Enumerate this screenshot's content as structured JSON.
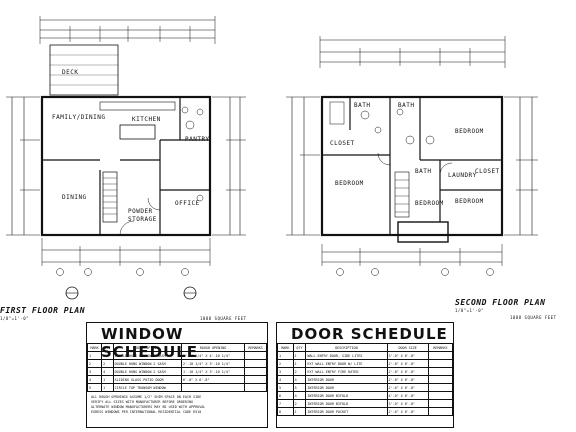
{
  "plans": {
    "first_floor": {
      "title": "FIRST FLOOR PLAN",
      "scale": "1/8\"=1'-0\"",
      "area": "1088 SQUARE FEET",
      "rooms": [
        "DECK",
        "FAMILY/DINING",
        "KITCHEN",
        "PANTRY",
        "DINING",
        "OFFICE",
        "POWDER",
        "STORAGE"
      ]
    },
    "second_floor": {
      "title": "SECOND FLOOR PLAN",
      "scale": "1/8\"=1'-0\"",
      "area": "1088 SQUARE FEET",
      "rooms": [
        "BEDROOM",
        "BEDROOM",
        "BEDROOM",
        "BEDROOM",
        "BATH",
        "BATH",
        "CLOSET",
        "LAUNDRY",
        "BATH",
        "CLOSET"
      ]
    }
  },
  "window_schedule": {
    "title": "WINDOW SCHEDULE",
    "columns": [
      "MARK",
      "QTY",
      "DESCRIPTION",
      "ROUGH OPENING",
      "REMARKS"
    ],
    "rows": [
      [
        "1",
        "16",
        "DOUBLE HUNG WINDOW 3 SASH",
        "2'-10 1/4\" X 4'-10 1/4\"",
        ""
      ],
      [
        "2",
        "2",
        "DOUBLE HUNG WINDOW 2 SASH",
        "2'-10 1/4\" X 3'-10 1/4\"",
        ""
      ],
      [
        "3",
        "4",
        "DOUBLE HUNG WINDOW 2 SASH",
        "1'-10 1/4\" X 3'-10 1/4\"",
        ""
      ],
      [
        "4",
        "1",
        "SLIDING GLASS PATIO DOOR",
        "6'-0\" X 6'-8\"",
        ""
      ],
      [
        "5",
        "1",
        "CIRCLE TOP TRANSOM WINDOW",
        "",
        ""
      ]
    ],
    "notes": [
      "ALL ROUGH OPENINGS ASSUME 1/2\" SHIM SPACE ON EACH SIDE",
      "VERIFY ALL SIZES WITH MANUFACTURER BEFORE ORDERING",
      "ALTERNATE WINDOW MANUFACTURERS MAY BE USED WITH APPROVAL",
      "EGRESS WINDOWS PER INTERNATIONAL RESIDENTIAL CODE R310"
    ]
  },
  "door_schedule": {
    "title": "DOOR SCHEDULE",
    "columns": [
      "MARK",
      "QTY",
      "DESCRIPTION",
      "DOOR SIZE",
      "REMARKS"
    ],
    "rows": [
      [
        "1",
        "1",
        "WALL ENTRY DOOR, SIDE LITES",
        "3'-0\" X 6'-8\"",
        ""
      ],
      [
        "2",
        "1",
        "EXT WALL ENTRY DOOR W/ LITE",
        "2'-8\" X 6'-8\"",
        ""
      ],
      [
        "3",
        "2",
        "EXT WALL ENTRY FIRE RATED",
        "2'-8\" X 6'-8\"",
        ""
      ],
      [
        "4",
        "4",
        "INTERIOR DOOR",
        "2'-8\" X 6'-8\"",
        ""
      ],
      [
        "5",
        "5",
        "INTERIOR DOOR",
        "2'-6\" X 6'-8\"",
        ""
      ],
      [
        "6",
        "4",
        "INTERIOR DOOR BIFOLD",
        "4'-0\" X 6'-8\"",
        ""
      ],
      [
        "7",
        "2",
        "INTERIOR DOOR BIFOLD",
        "3'-0\" X 6'-8\"",
        ""
      ],
      [
        "8",
        "1",
        "INTERIOR DOOR POCKET",
        "2'-6\" X 6'-8\"",
        ""
      ]
    ]
  }
}
